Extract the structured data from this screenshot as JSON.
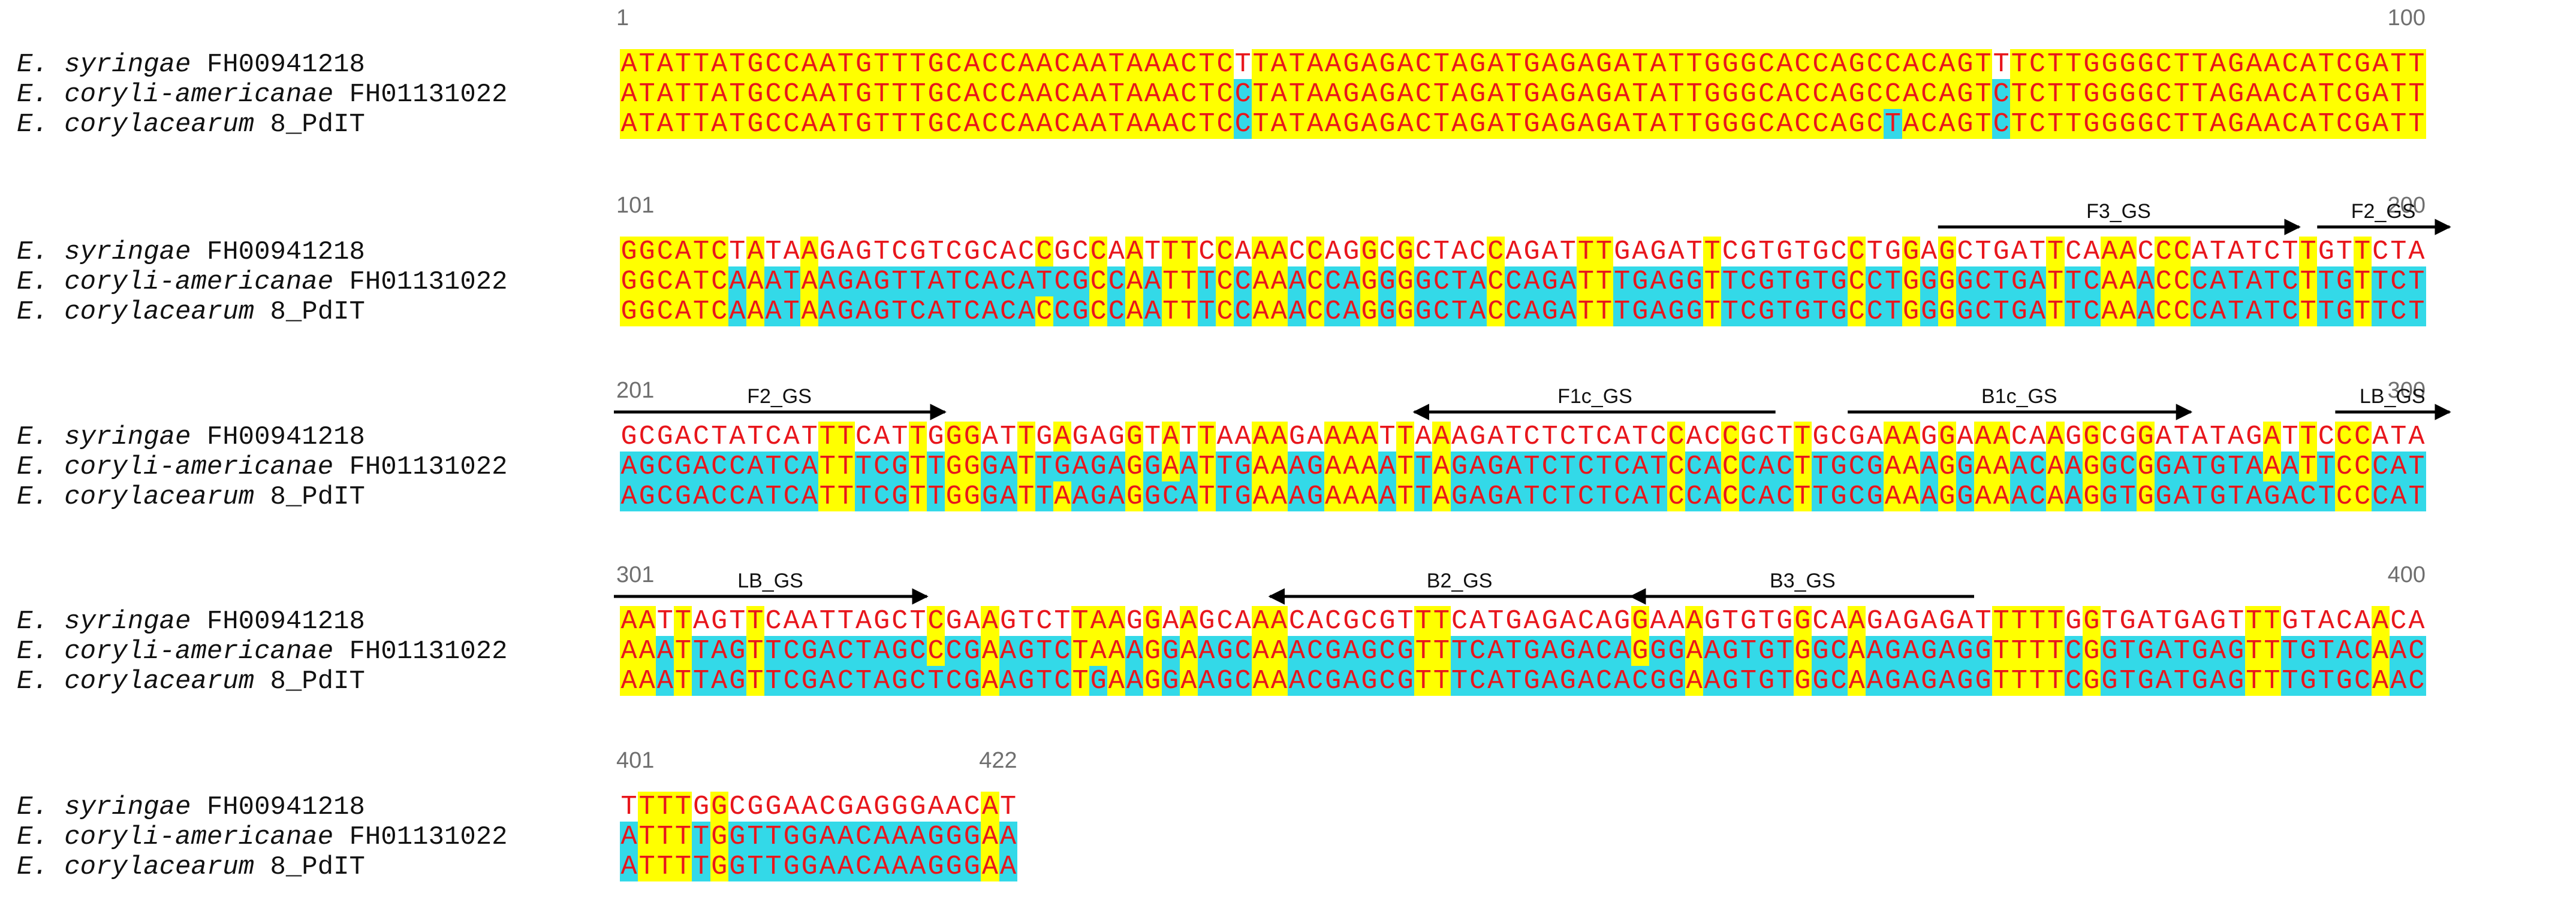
{
  "colors": {
    "identical": "#ffff00",
    "variant": "#33d9e8",
    "gap": "#ffffff",
    "base_text": "#e8161c",
    "arrow": "#000000"
  },
  "sequences": [
    {
      "genus": "E.",
      "species": "syringae",
      "strain": "FH00941218",
      "seq": "ATATTATGCCAATGTTTGCACCAACAATAAACTCTTATAAGAGACTAGATGAGAGATATTGGGCACCAGCCACAGTTTCTTGGGGCTTAGAACATCGATTGGCATCTATAAGAGTCGTCGCACCGCCAATTTCCAAACCAGGCGCTACCAGATTTGAGATTCGTGTGCCTGGAGCTGATTCAAACCCATATCTTGTTCTAGCGACTATCATTTCATTGGGATTGAGAGGTATTAAAAGAAAATTAAAGATCTCTCATCCACCGCTTGCGAAAGGAAACAAGGCGGATATAGATTCCCATAAATTAGTTCAATTAGCTCGAAGTCTTAAGGAAGCAAACACGCGTTTCATGAGACAGGAAAGTGTGGCAAGAGAGATTTTTGGTGATGAGTTTGTACAACATTTTGGCGGAACGAGGGAACAT"
    },
    {
      "genus": "E.",
      "species": "coryli-americanae",
      "strain": "FH01131022",
      "seq": "ATATTATGCCAATGTTTGCACCAACAATAAACTCCTATAAGAGACTAGATGAGAGATATTGGGCACCAGCCACAGTCTCTTGGGGCTTAGAACATCGATTGGCATCAAATAAGAGTTATCACATCGCCAATTTCCAAACCAGGGGCTACCAGATTTGAGGTTCGTGTGCCTGGGGCTGATTCAAACCCATATCTTGTTCTAGCGACCATCATTTCGTTGGGATTGAGAGGAATTGAAAGAAAATTAGAGATCTCTCATCCACCACTTGCGAAAGGAAACAAGGCGGATGTAAATTCCCATAAATTAGTTCGACTAGCCCGAAGTCTAAAGGAAGCAAACGAGCGTTTCATGAGACAGGGAAGTGTGGCAAGAGAGGTTTTCGGTGATGAGTTTGTACAACATTTTGGTTGGAACAAAGGGAACAT"
    },
    {
      "genus": "E.",
      "species": "corylacearum",
      "strain": "8_PdIT",
      "seq": "ATATTATGCCAATGTTTGCACCAACAATAAACTCCTATAAGAGACTAGATGAGAGATATTGGGCACCAGCTACAGTCTCTTGGGGCTTAGAACATCGATTGGCATCAAATAAGAGTCATCACACCGCCAATTTCCAAACCAGGGGCTACCAGATTTGAGGTTCGTGTGCCTGGGGCTGATTCAAACCCATATCTTGTTCTAGCGACCATCATTTCGTTGGGATTAAGAGGCATTGAAAGAAAATTAGAGATCTCTCATCCACCACTTGCGAAAGGAAACAAGGTGGATGTAGACTCCCATAAATTAGTTCGACTAGCTCGAAGTCTGAAGGAAGCAAACGAGCGTTTCATGAGACACGGAAGTGTGGCAAGAGAGGTTTTCGGTGATGAGTTTGTGCAACATTTTGGTTGGAACAAAGGGAACAT"
    }
  ],
  "position_labels": [
    "1",
    "100",
    "101",
    "200",
    "201",
    "300",
    "301",
    "400",
    "401",
    "422"
  ],
  "primers": [
    {
      "name": "F3_GS",
      "direction": "forward",
      "start": 174,
      "end": 193
    },
    {
      "name": "F2_GS",
      "direction": "forward",
      "start": 195,
      "end": 218
    },
    {
      "name": "F1c_GS",
      "direction": "reverse",
      "start": 245,
      "end": 264
    },
    {
      "name": "B1c_GS",
      "direction": "forward",
      "start": 269,
      "end": 287
    },
    {
      "name": "LB_GS",
      "direction": "forward",
      "start": 296,
      "end": 317
    },
    {
      "name": "B2_GS",
      "direction": "reverse",
      "start": 337,
      "end": 357
    },
    {
      "name": "B3_GS",
      "direction": "reverse",
      "start": 357,
      "end": 375
    }
  ]
}
